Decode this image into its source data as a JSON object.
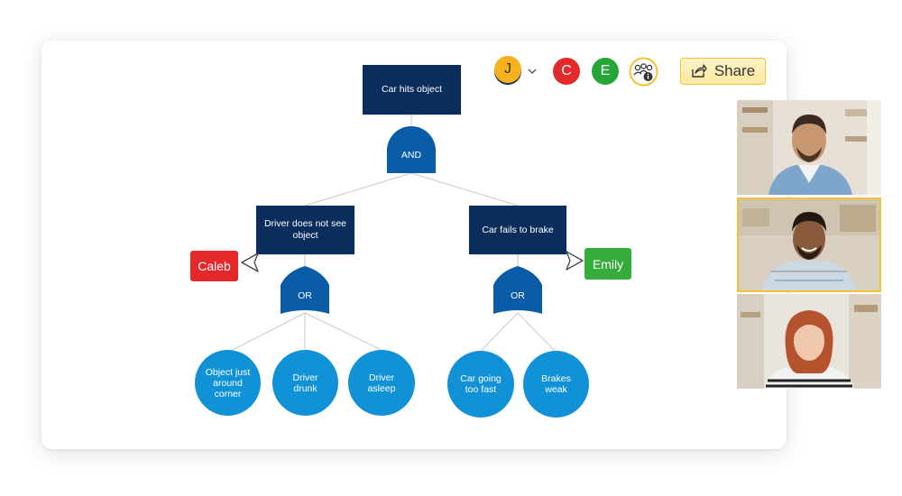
{
  "toolbar": {
    "participants": [
      {
        "initial": "J",
        "color": "#f5b21d"
      },
      {
        "initial": "C",
        "color": "#e4292b"
      },
      {
        "initial": "E",
        "color": "#27a638"
      }
    ],
    "share_label": "Share"
  },
  "diagram": {
    "top_event": "Car hits object",
    "top_gate": "AND",
    "left_event": "Driver does not see object",
    "right_event": "Car fails to brake",
    "left_gate": "OR",
    "right_gate": "OR",
    "left_causes": [
      "Object just around corner",
      "Driver drunk",
      "Driver asleep"
    ],
    "right_causes": [
      "Car going too fast",
      "Brakes weak"
    ]
  },
  "cursors": {
    "caleb": "Caleb",
    "emily": "Emily"
  },
  "colors": {
    "event_box": "#0b2d5c",
    "gate": "#0b5ca6",
    "cause": "#1292d6",
    "caleb": "#e4292b",
    "emily": "#36ac3c",
    "share_border": "#f1c232"
  }
}
